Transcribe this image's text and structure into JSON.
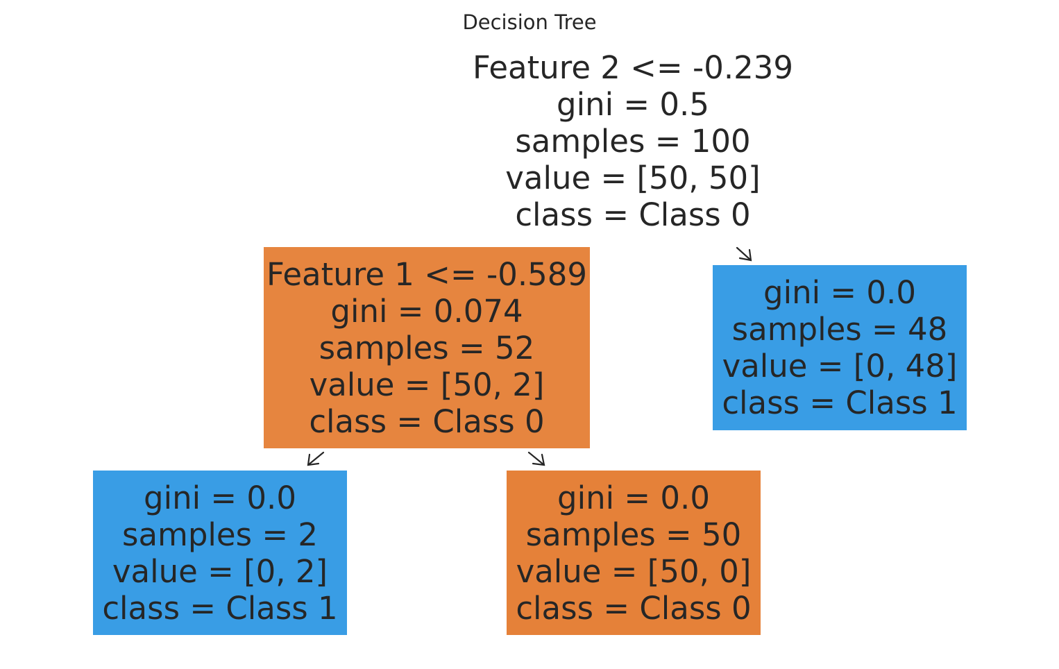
{
  "title": "Decision Tree",
  "colors": {
    "class0": "#e58139",
    "class0_light": "#e6853f",
    "class1": "#399de5",
    "text": "#262626"
  },
  "tree": {
    "root": {
      "lines": [
        "Feature 2 <= -0.239",
        "gini = 0.5",
        "samples = 100",
        "value = [50, 50]",
        "class = Class 0"
      ],
      "fill": "none"
    },
    "left": {
      "lines": [
        "Feature 1 <= -0.589",
        "gini = 0.074",
        "samples = 52",
        "value = [50, 2]",
        "class = Class 0"
      ],
      "fill": "class0_light"
    },
    "right": {
      "lines": [
        "gini = 0.0",
        "samples = 48",
        "value = [0, 48]",
        "class = Class 1"
      ],
      "fill": "class1"
    },
    "left_left": {
      "lines": [
        "gini = 0.0",
        "samples = 2",
        "value = [0, 2]",
        "class = Class 1"
      ],
      "fill": "class1"
    },
    "left_right": {
      "lines": [
        "gini = 0.0",
        "samples = 50",
        "value = [50, 0]",
        "class = Class 0"
      ],
      "fill": "class0"
    }
  }
}
